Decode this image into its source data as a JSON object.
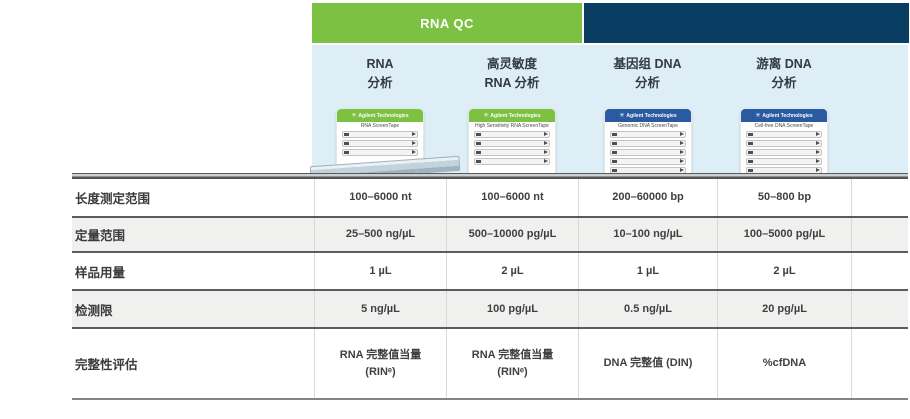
{
  "banner": {
    "rna_qc_label": "RNA QC"
  },
  "colors": {
    "agilent_green": "#7cc142",
    "navy_band": "#0a3d62",
    "panel_light_blue": "#ddeef7",
    "product_blue_header": "#2a5a9f",
    "alt_row_gray": "#f0f0ee",
    "rule_dark_gray": "#58595b"
  },
  "columns": [
    {
      "title": "RNA\n分析"
    },
    {
      "title": "高灵敏度\nRNA 分析"
    },
    {
      "title": "基因组 DNA\n分析"
    },
    {
      "title": "游离 DNA\n分析"
    }
  ],
  "products": [
    {
      "brand": "Agilent Technologies",
      "name": "RNA ScreenTape",
      "tape_rows": 3
    },
    {
      "brand": "Agilent Technologies",
      "name": "High Sensitivity RNA ScreenTape",
      "tape_rows": 4
    },
    {
      "brand": "Agilent Technologies",
      "name": "Genomic DNA ScreenTape",
      "tape_rows": 5
    },
    {
      "brand": "Agilent Technologies",
      "name": "Cell-free DNA ScreenTape",
      "tape_rows": 5
    }
  ],
  "table": {
    "rows": [
      {
        "label": "长度测定范围",
        "values": [
          "100–6000 nt",
          "100–6000 nt",
          "200–60000 bp",
          "50–800 bp"
        ]
      },
      {
        "label": "定量范围",
        "values": [
          "25–500 ng/µL",
          "500–10000 pg/µL",
          "10–100 ng/µL",
          "100–5000 pg/µL"
        ]
      },
      {
        "label": "样品用量",
        "values": [
          "1 µL",
          "2 µL",
          "1 µL",
          "2 µL"
        ]
      },
      {
        "label": "检测限",
        "values": [
          "5 ng/µL",
          "100 pg/µL",
          "0.5 ng/µL",
          "20 pg/µL"
        ]
      },
      {
        "label": "完整性评估",
        "values": [
          "RNA 完整值当量\n(RINᵉ)",
          "RNA 完整值当量\n(RINᵉ)",
          "DNA 完整值 (DIN)",
          "%cfDNA"
        ]
      }
    ]
  }
}
